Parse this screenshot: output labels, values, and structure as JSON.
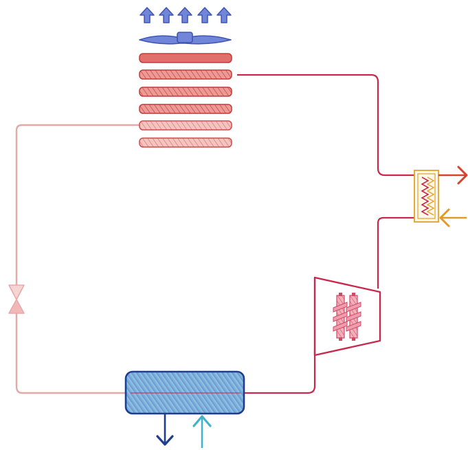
{
  "diagram": {
    "type": "refrigeration-cycle-schematic",
    "components": [
      {
        "id": "condenser",
        "icon": "finned-coil-condenser-icon",
        "fins": 6
      },
      {
        "id": "condenser-fan",
        "icon": "fan-icon"
      },
      {
        "id": "airflow-up",
        "icon": "arrow-up-icon",
        "count": 5
      },
      {
        "id": "heat-exchanger",
        "icon": "heat-exchanger-icon"
      },
      {
        "id": "compressor",
        "icon": "compressor-icon"
      },
      {
        "id": "expansion-valve",
        "icon": "expansion-valve-icon"
      },
      {
        "id": "evaporator",
        "icon": "evaporator-tank-icon"
      },
      {
        "id": "flow-out",
        "icon": "arrow-down-icon"
      },
      {
        "id": "flow-in",
        "icon": "arrow-up-icon"
      }
    ],
    "colors": {
      "hot_pipe": "#c8284b",
      "cold_pipe": "#e6a7a5",
      "condenser_fill": "#e07672",
      "condenser_stroke": "#c23a3a",
      "fan_and_arrows": "#5468c4",
      "hx_frame": "#e0a12a",
      "hx_out_arrow": "#d2442c",
      "hx_in_arrow": "#e39a24",
      "evap_fill": "#7fa0d8",
      "evap_stroke": "#1f3d8e",
      "out_arrow": "#1f3d8e",
      "in_arrow": "#3fb4c8",
      "valve": "#e8a9a8",
      "compressor_body": "#c8284b",
      "compressor_vanes": "#e07a8a"
    }
  }
}
